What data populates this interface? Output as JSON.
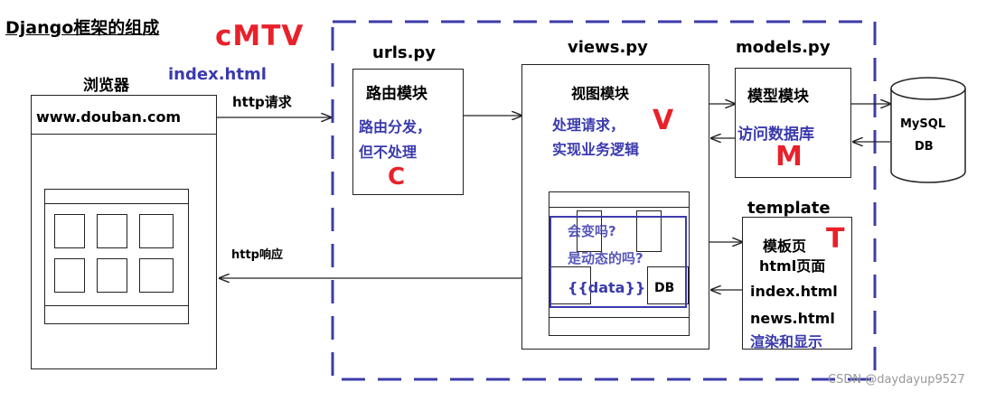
{
  "title": "Django框架的组成",
  "cmtv": "cMTV",
  "browser": {
    "label": "浏览器",
    "index_html": "index.html",
    "url": "www.douban.com"
  },
  "http_request": "http请求",
  "http_response": "http响应",
  "urls": {
    "file": "urls.py",
    "title": "路由模块",
    "desc1": "路由分发，",
    "desc2": "但不处理",
    "letter": "C"
  },
  "views": {
    "file": "views.py",
    "title": "视图模块",
    "desc1": "处理请求，",
    "desc2": "实现业务逻辑",
    "letter": "V",
    "q1": "会变吗?",
    "q2": "是动态的吗?",
    "data_tag": "{{data}}",
    "db": "DB"
  },
  "models": {
    "file": "models.py",
    "title": "模型模块",
    "desc": "访问数据库",
    "letter": "M"
  },
  "db": {
    "line1": "MySQL",
    "line2": "DB"
  },
  "template": {
    "file": "template",
    "title": "模板页",
    "letter": "T",
    "line1": "html页面",
    "line2": "index.html",
    "line3": "news.html",
    "line4": "渲染和显示"
  },
  "watermark": "CSDN @daydayup9527",
  "colors": {
    "blue": "#3a3aad",
    "red": "#e8212a",
    "dash": "#3c3caa"
  }
}
